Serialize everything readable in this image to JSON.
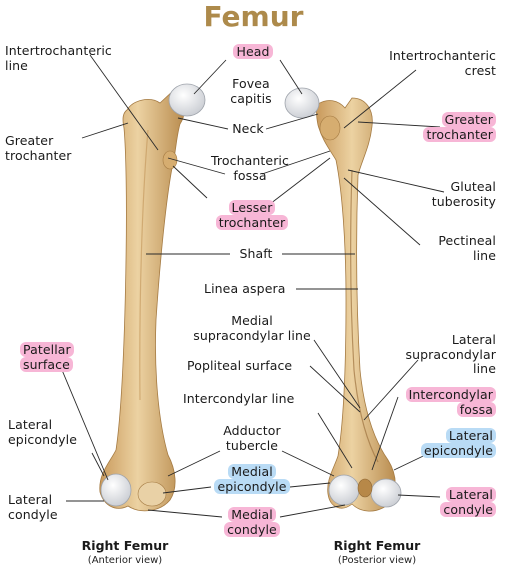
{
  "title": "Femur",
  "labels": {
    "head": "Head",
    "fovea_capitis": [
      "Fovea",
      "capitis"
    ],
    "neck": "Neck",
    "trochanteric_fossa": [
      "Trochanteric",
      "fossa"
    ],
    "lesser_trochanter": [
      "Lesser",
      "trochanter"
    ],
    "shaft": "Shaft",
    "linea_aspera": "Linea aspera",
    "medial_supracondylar_line": [
      "Medial",
      "supracondylar line"
    ],
    "popliteal_surface": "Popliteal surface",
    "intercondylar_line": "Intercondylar line",
    "adductor_tubercle": [
      "Adductor",
      "tubercle"
    ],
    "medial_epicondyle": [
      "Medial",
      "epicondyle"
    ],
    "medial_condyle": [
      "Medial",
      "condyle"
    ],
    "intertrochanteric_line": [
      "Intertrochanteric",
      "line"
    ],
    "greater_trochanter_left": [
      "Greater",
      "trochanter"
    ],
    "patellar_surface": [
      "Patellar",
      "surface"
    ],
    "lateral_epicondyle_left": [
      "Lateral",
      "epicondyle"
    ],
    "lateral_condyle_left": [
      "Lateral",
      "condyle"
    ],
    "intertrochanteric_crest": [
      "Intertrochanteric",
      "crest"
    ],
    "greater_trochanter_right": [
      "Greater",
      "trochanter"
    ],
    "gluteal_tuberosity": [
      "Gluteal",
      "tuberosity"
    ],
    "pectineal_line": [
      "Pectineal",
      "line"
    ],
    "lateral_supracondylar_line": [
      "Lateral",
      "supracondylar",
      "line"
    ],
    "intercondylar_fossa": [
      "Intercondylar",
      "fossa"
    ],
    "lateral_epicondyle_right": [
      "Lateral",
      "epicondyle"
    ],
    "lateral_condyle_right": [
      "Lateral",
      "condyle"
    ]
  },
  "captions": {
    "left_title": "Right Femur",
    "left_sub": "(Anterior view)",
    "right_title": "Right Femur",
    "right_sub": "(Posterior view)"
  },
  "colors": {
    "bone": "#e4c38e",
    "bone_dark": "#b98c4f",
    "cartilage": "#e6e8ec",
    "highlight_pink": "#f7b6d6",
    "highlight_blue": "#b9dbf5",
    "title": "#ad8a4b"
  }
}
